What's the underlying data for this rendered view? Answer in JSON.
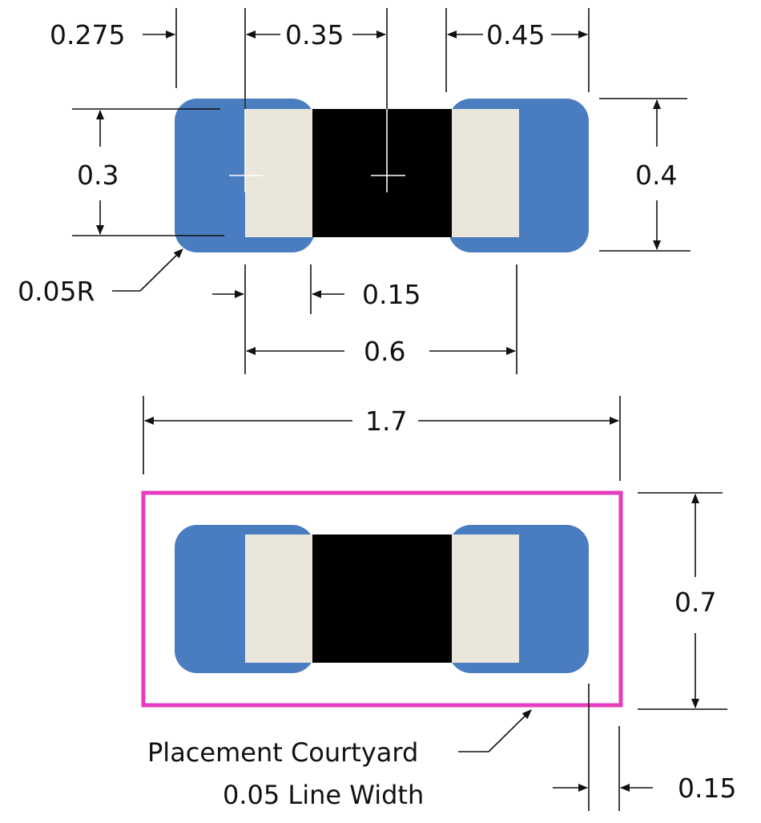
{
  "colors": {
    "pad": "#4a7cc0",
    "terminal": "#eae6dc",
    "body": "#000000",
    "courtyard": "#e83cbf",
    "line": "#111111"
  },
  "top_view": {
    "dim_terminal_offset": "0.275",
    "dim_body_half": "0.35",
    "dim_pad_overhang": "0.45",
    "dim_terminal_height": "0.3",
    "dim_pad_height": "0.4",
    "dim_corner_radius": "0.05R",
    "dim_pad_overlap": "0.15",
    "dim_terminal_span": "0.6"
  },
  "courtyard_view": {
    "dim_courtyard_width": "1.7",
    "dim_courtyard_height": "0.7",
    "dim_courtyard_clearance": "0.15",
    "label_line1": "Placement Courtyard",
    "label_line2": "0.05 Line Width"
  }
}
